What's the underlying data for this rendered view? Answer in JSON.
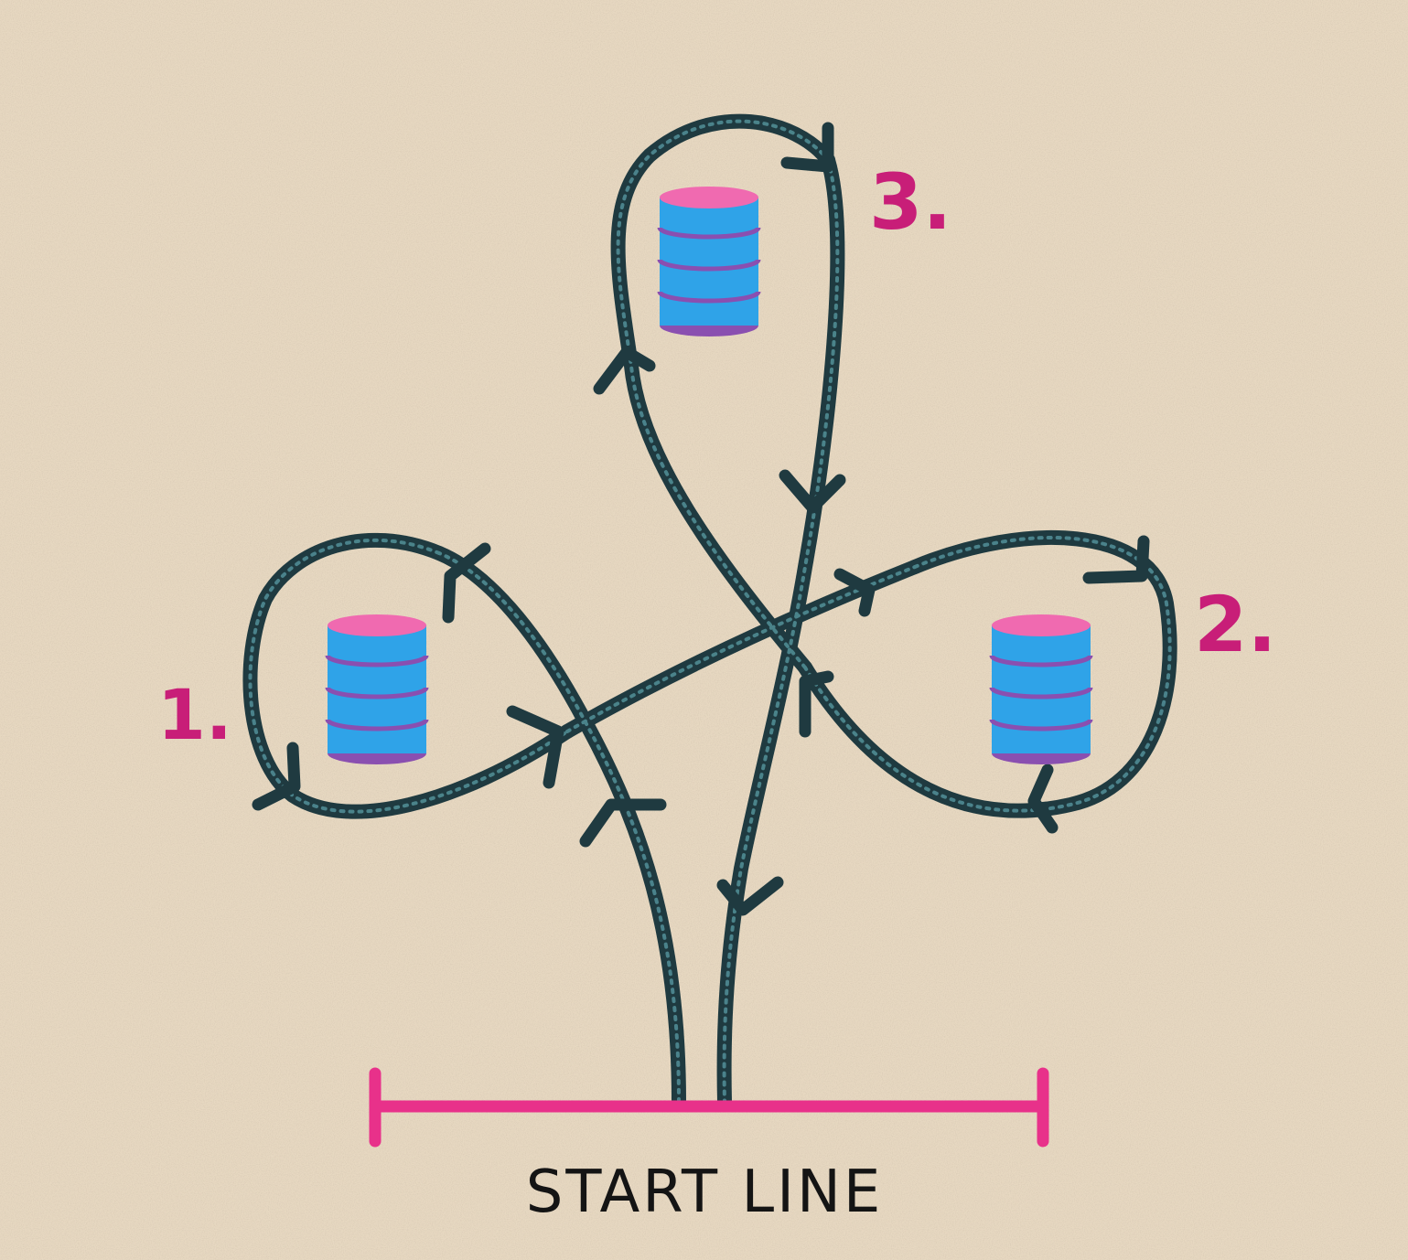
{
  "barrels": [
    {
      "label": "1."
    },
    {
      "label": "2."
    },
    {
      "label": "3."
    }
  ],
  "start_line": {
    "label": "START LINE"
  },
  "colors": {
    "sand": "#e7d8c1",
    "path": "#1f3a40",
    "path_sparkle": "#4f8b93",
    "accent": "#e8318a",
    "label": "#c81e78",
    "barrel_body": "#2fa3e8",
    "barrel_top": "#f06ab0",
    "barrel_band": "#8a4fb0"
  }
}
